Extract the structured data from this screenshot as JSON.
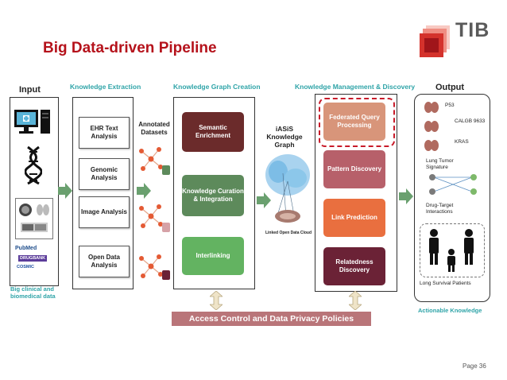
{
  "title": "Big Data-driven Pipeline",
  "brand": "TIB",
  "page_label": "Page 36",
  "headers": {
    "input": "Input",
    "extraction": "Knowledge Extraction",
    "kg_creation": "Knowledge Graph Creation",
    "management": "Knowledge Management & Discovery",
    "output": "Output"
  },
  "input": {
    "sources": [
      "PubMed",
      "DRUGBANK",
      "COSMIC"
    ],
    "caption": "Big clinical and biomedical data"
  },
  "extraction": {
    "boxes": [
      "EHR Text Analysis",
      "Genomic Analysis",
      "Image Analysis",
      "Open Data Analysis"
    ],
    "annotated_label": "Annotated Datasets"
  },
  "kg": {
    "boxes": [
      "Semantic Enrichment",
      "Knowledge Curation & Integration",
      "Interlinking"
    ],
    "graph_label": "iASiS Knowledge Graph",
    "cloud_label": "Linked Open Data Cloud"
  },
  "management": {
    "boxes": [
      "Federated Query Processing",
      "Pattern Discovery",
      "Link Prediction",
      "Relatedness Discovery"
    ]
  },
  "output": {
    "genes": [
      "P53",
      "CALGB 9633",
      "KRAS"
    ],
    "signature_label": "Lung Tumor Signature",
    "interactions_label": "Drug-Target Interactions",
    "survival_label": "Long Survival Patients",
    "caption": "Actionable Knowledge"
  },
  "access_bar": "Access Control and Data Privacy Policies",
  "colors": {
    "title": "#b5121b",
    "teal": "#2fa4a8",
    "semantic": "#6b2b2b",
    "curation": "#5d8a5b",
    "interlinking": "#63b361",
    "federated": "#d8957a",
    "pattern": "#b7606a",
    "link_prediction": "#e96f3f",
    "relatedness": "#6b2236",
    "arrow": "#6aa06f",
    "access": "#b97579"
  }
}
